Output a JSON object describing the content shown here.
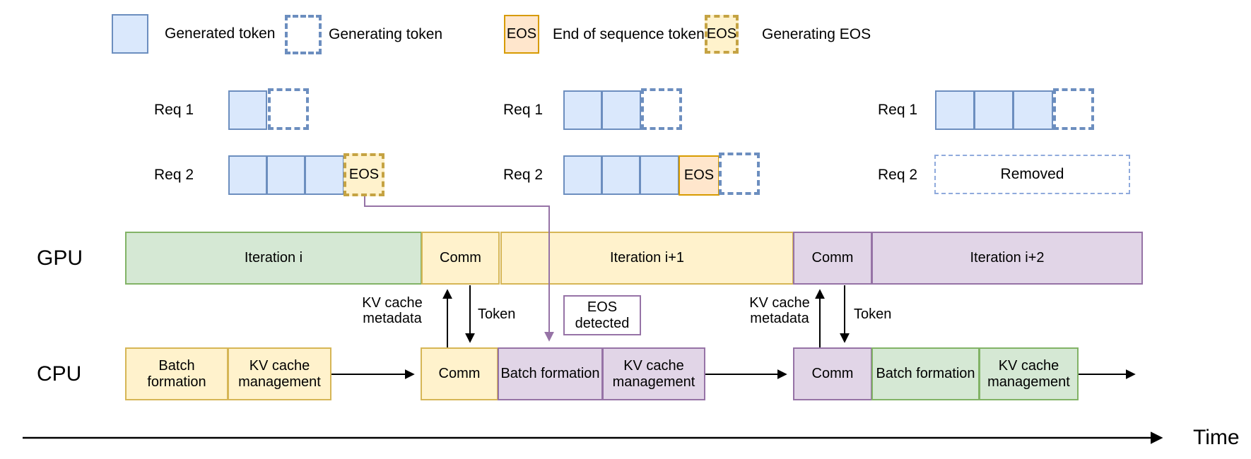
{
  "legend": {
    "generated_token": "Generated token",
    "generating_token": "Generating token",
    "eos_abbrev": "EOS",
    "end_of_sequence_token": "End of sequence token",
    "generating_eos_abbrev": "EOS",
    "generating_eos": "Generating EOS"
  },
  "groups": [
    {
      "req1_label": "Req 1",
      "req2_label": "Req 2",
      "eos_text": "EOS"
    },
    {
      "req1_label": "Req 1",
      "req2_label": "Req 2",
      "eos_text": "EOS"
    },
    {
      "req1_label": "Req 1",
      "req2_label": "Req 2",
      "removed_text": "Removed"
    }
  ],
  "gpu": {
    "label": "GPU",
    "segments": [
      {
        "label": "Iteration i",
        "color": "green"
      },
      {
        "label": "Comm",
        "color": "yellow"
      },
      {
        "label": "Iteration i+1",
        "color": "yellow"
      },
      {
        "label": "Comm",
        "color": "purple"
      },
      {
        "label": "Iteration i+2",
        "color": "purple"
      }
    ]
  },
  "cpu": {
    "label": "CPU",
    "segments": [
      {
        "label": "Batch formation",
        "color": "yellow"
      },
      {
        "label": "KV cache management",
        "color": "yellow"
      },
      {
        "label": "Comm",
        "color": "yellow"
      },
      {
        "label": "Batch formation",
        "color": "purple"
      },
      {
        "label": "KV cache management",
        "color": "purple"
      },
      {
        "label": "Comm",
        "color": "purple"
      },
      {
        "label": "Batch formation",
        "color": "green"
      },
      {
        "label": "KV cache management",
        "color": "green"
      }
    ]
  },
  "annotations": {
    "kv_cache_metadata": "KV cache metadata",
    "token_label": "Token",
    "eos_detected": "EOS detected",
    "time_label": "Time"
  },
  "colors": {
    "blue_fill": "#dae8fc",
    "blue_stroke": "#6c8ebf",
    "green_fill": "#d5e8d4",
    "green_stroke": "#82b366",
    "yellow_fill": "#fff2cc",
    "yellow_stroke": "#d6b656",
    "orange_fill": "#ffe6cc",
    "orange_stroke": "#d79b00",
    "purple_fill": "#e1d5e7",
    "purple_stroke": "#9673a6"
  }
}
